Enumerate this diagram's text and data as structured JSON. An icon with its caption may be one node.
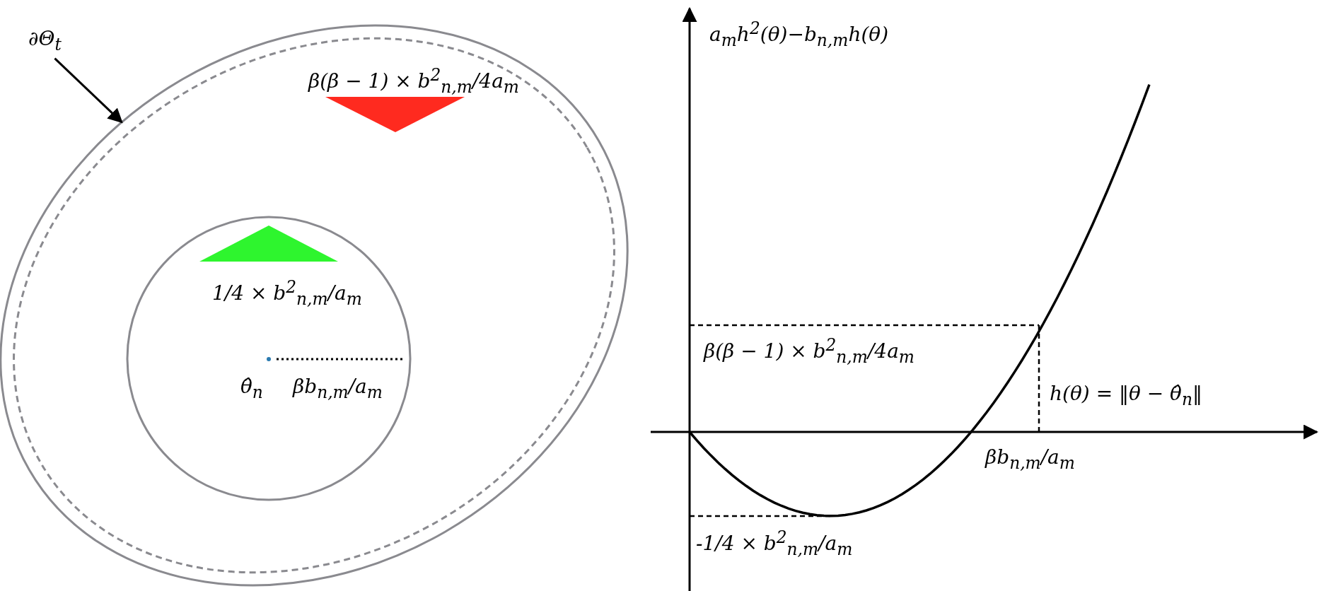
{
  "diagram": {
    "nodes": [
      {
        "text": [
          "∂Θ$_{t}$"
        ]
      },
      {
        "text": [],
        "shape": "ellipse"
      }
    ],
    "edges": [
      {
        "from": 0,
        "to": 1,
        "arrow": "to"
      }
    ],
    "labels": [
      "β(β − 1) × b$^{2}$$_{n,m}$/4a$_{m}$",
      "1/4 × b$^{2}$$_{n,m}$/a$_{m}$",
      "θ̂$_{n}$",
      "βb$_{n,m}$/a$_{m}$",
      "a$_{m}$h$^{2}$(θ)−b$_{n,m}$h(θ)",
      "β(β − 1) × b$^{2}$$_{n,m}$/4a$_{m}$",
      "h(θ) = ‖θ − θ̂$_{n}$‖",
      "βb$_{n,m}$/a$_{m}$",
      "-1/4 × b$^{2}$$_{n,m}$/a$_{m}$"
    ]
  }
}
